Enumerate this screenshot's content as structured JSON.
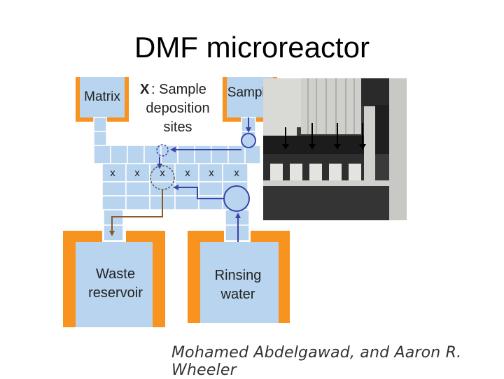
{
  "slide": {
    "title": "DMF microreactor",
    "attribution": "Mohamed Abdelgawad, and Aaron R. Wheeler"
  },
  "diagram": {
    "labels": {
      "matrix": "Matrix",
      "sample": "Sample",
      "legend_symbol": "X",
      "legend_line1": ": Sample",
      "legend_line2": "deposition",
      "legend_line3": "sites",
      "site_mark": "x",
      "waste_line1": "Waste",
      "waste_line2": "reservoir",
      "rinse_line1": "Rinsing",
      "rinse_line2": "water"
    },
    "colors": {
      "reservoir_wall": "#f7931e",
      "electrode": "#b8d4ee",
      "electrode_grid": "#ffffff",
      "flow_blue": "#3b44a6",
      "flow_brown": "#8a5a2b"
    }
  }
}
